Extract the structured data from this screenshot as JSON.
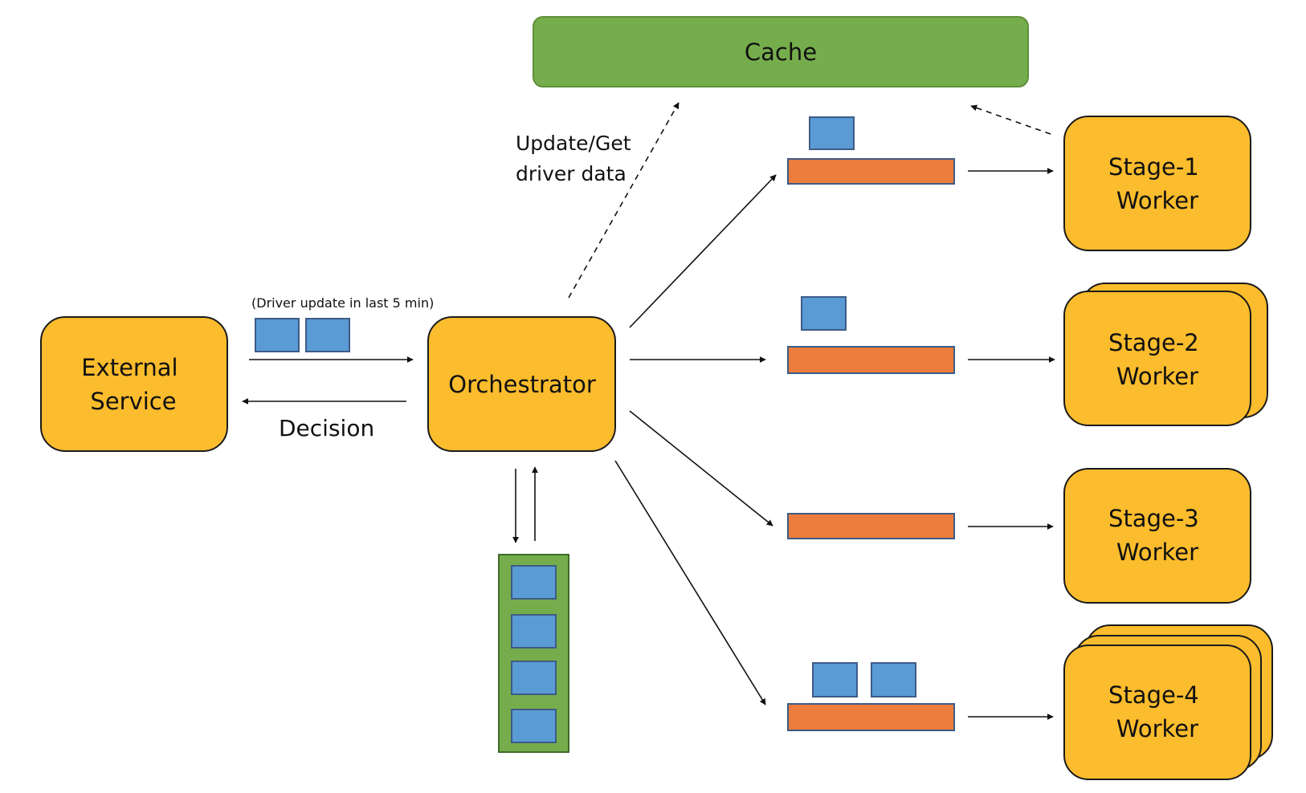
{
  "colors": {
    "node_fill": "#FBBC2D",
    "node_stroke": "#1a1a1a",
    "cache_fill": "#76AD4C",
    "cache_stroke": "#5E8F3A",
    "queue_fill": "#ED7D3C",
    "queue_stroke": "#3D5B86",
    "message_fill": "#5B9BD5",
    "message_stroke": "#3D5B86",
    "buffer_fill": "#76AD4C",
    "buffer_stroke": "#3E6B2A",
    "line": "#111111"
  },
  "nodes": {
    "cache": "Cache",
    "external_service": [
      "External",
      "Service"
    ],
    "orchestrator": "Orchestrator",
    "stage1": [
      "Stage-1",
      "Worker"
    ],
    "stage2": [
      "Stage-2",
      "Worker"
    ],
    "stage3": [
      "Stage-3",
      "Worker"
    ],
    "stage4": [
      "Stage-4",
      "Worker"
    ]
  },
  "labels": {
    "driver_update": "(Driver update in last 5 min)",
    "decision": "Decision",
    "update_get": [
      "Update/Get",
      "driver data"
    ]
  }
}
